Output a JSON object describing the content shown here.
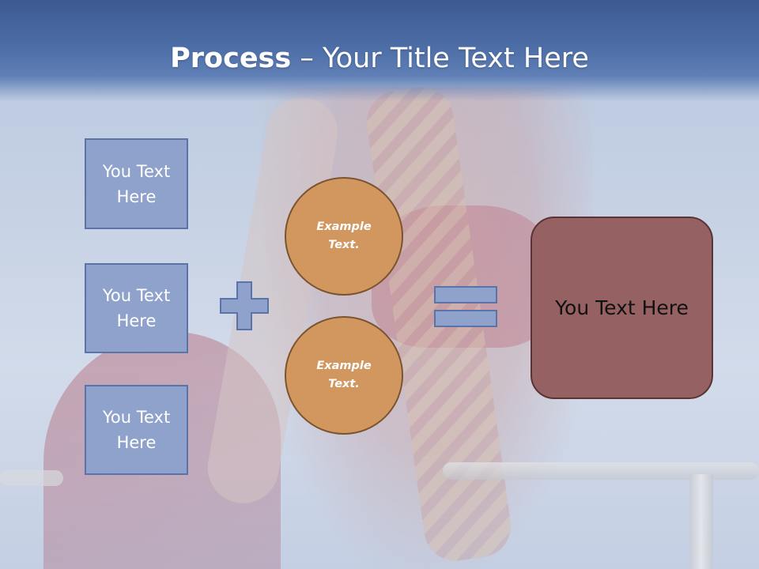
{
  "slide": {
    "title_bold": "Process",
    "title_separator": " – ",
    "title_rest": "Your Title Text Here"
  },
  "left_boxes": [
    {
      "label": "You Text Here"
    },
    {
      "label": "You Text Here"
    },
    {
      "label": "You Text Here"
    }
  ],
  "circles": [
    {
      "label": "Example Text."
    },
    {
      "label": "Example Text."
    }
  ],
  "result_box": {
    "label": "You Text Here"
  },
  "colors": {
    "title_band": "#4c6ca6",
    "left_box_fill": "#8ea2cc",
    "left_box_border": "#5b73a8",
    "operator_fill": "#8ea2cc",
    "circle_fill": "#d2975f",
    "circle_border": "#7a5430",
    "result_fill": "#956162",
    "result_border": "#5a3435"
  },
  "icons": {
    "plus": "plus-icon",
    "equals": "equals-icon"
  }
}
